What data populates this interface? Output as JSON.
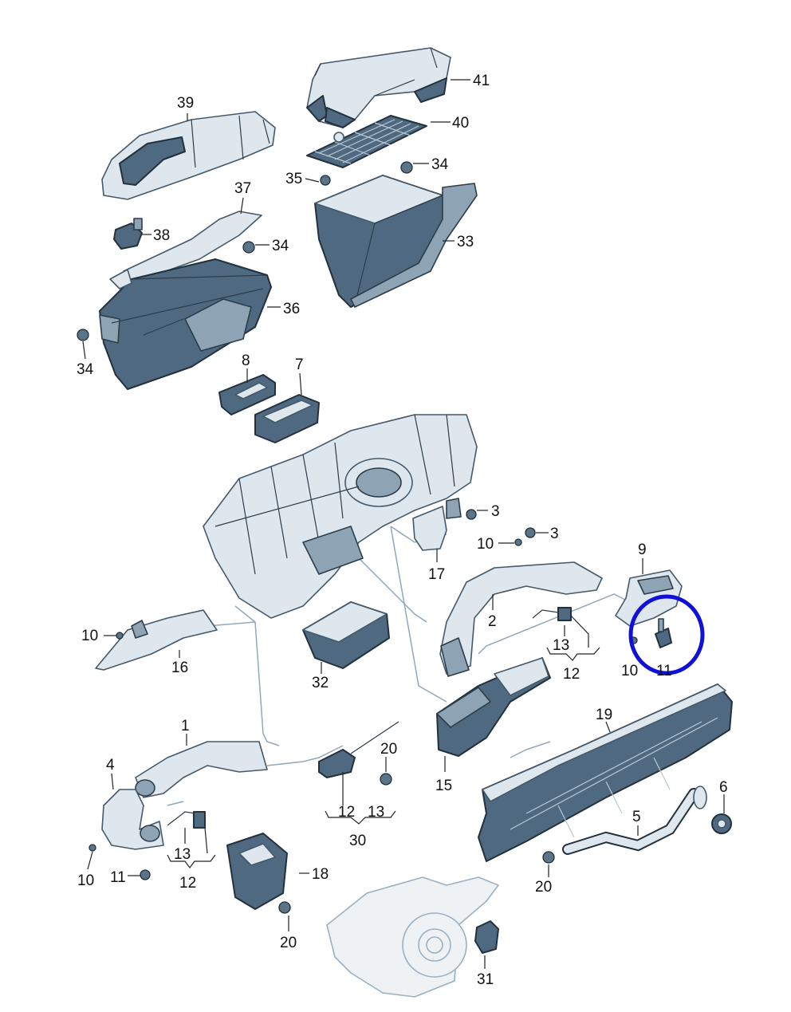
{
  "callouts": {
    "c41": "41",
    "c40": "40",
    "c39": "39",
    "c35": "35",
    "c34a": "34",
    "c37": "37",
    "c38": "38",
    "c34b": "34",
    "c33": "33",
    "c36": "36",
    "c34c": "34",
    "c8": "8",
    "c7": "7",
    "c3a": "3",
    "c10a": "10",
    "c3b": "3",
    "c9": "9",
    "c17": "17",
    "c2": "2",
    "c10b": "10",
    "c16": "16",
    "c32": "32",
    "c13a": "13",
    "c12a": "12",
    "c10c": "10",
    "c11a": "11",
    "c19": "19",
    "c1": "1",
    "c20a": "20",
    "c4": "4",
    "c15": "15",
    "c6": "6",
    "c5": "5",
    "c12b": "12",
    "c13b": "13",
    "c30": "30",
    "c13c": "13",
    "c12c": "12",
    "c18": "18",
    "c10d": "10",
    "c11b": "11",
    "c20b": "20",
    "c20c": "20",
    "c31": "31"
  },
  "colors": {
    "part_fill": "#4f6a80",
    "part_light": "#dfe7ee",
    "outline": "#22313d",
    "highlight": "#1010d8"
  }
}
